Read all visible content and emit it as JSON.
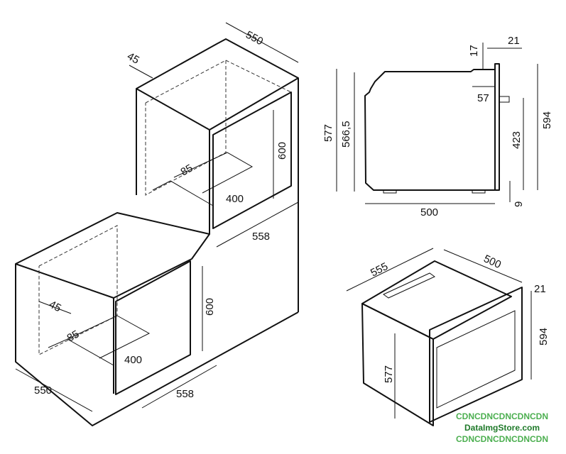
{
  "diagram": {
    "cabinet_labels": {
      "upper_depth": "550",
      "upper_offset": "45",
      "upper_height": "600",
      "upper_inner_depth": "85",
      "upper_inner_width": "400",
      "upper_width": "558",
      "lower_offset": "45",
      "lower_height": "600",
      "lower_inner_depth": "85",
      "lower_inner_width": "400",
      "lower_depth": "550",
      "lower_width": "558"
    },
    "side_view_labels": {
      "top_step": "17",
      "panel_thickness": "21",
      "step_depth": "57",
      "total_height": "577",
      "body_height": "566,5",
      "control_height": "423",
      "front_height": "594",
      "depth": "500",
      "bottom_gap": "9"
    },
    "perspective_labels": {
      "width": "555",
      "depth": "500",
      "panel_thickness": "21",
      "front_height": "594",
      "body_height": "577"
    }
  },
  "watermark": {
    "line1": "CDNCDNCDNCDNCDN",
    "site": "DataImgStore.com",
    "line3": "CDNCDNCDNCDNCDN",
    "colors": [
      "#2e9a3a",
      "#8fcf95",
      "#1f7a2a"
    ]
  }
}
